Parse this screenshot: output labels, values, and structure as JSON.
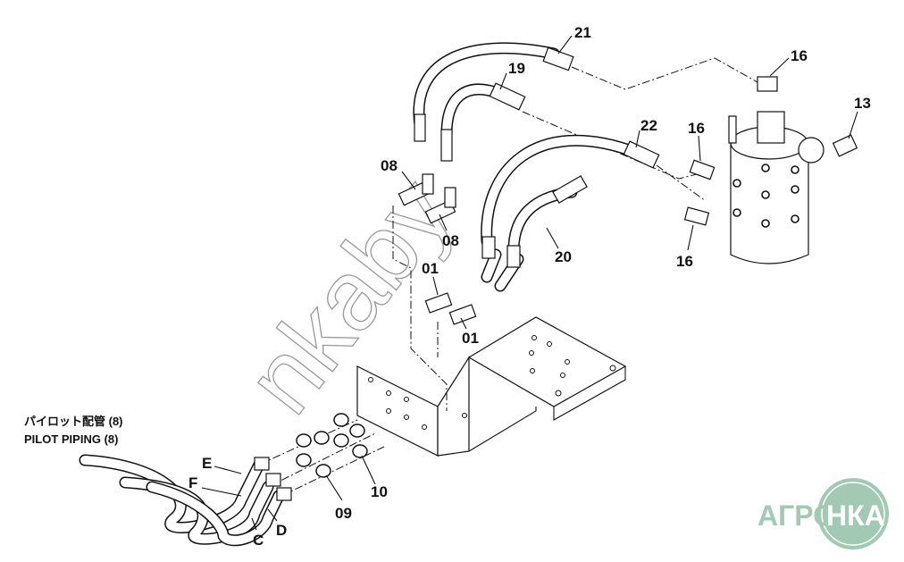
{
  "caption": {
    "jp": "パイロット配管 (8)",
    "en": "PILOT PIPING (8)"
  },
  "callouts": {
    "c21": "21",
    "c19": "19",
    "c16a": "16",
    "c13": "13",
    "c22": "22",
    "c16b": "16",
    "c08a": "08",
    "c08b": "08",
    "c16c": "16",
    "c20": "20",
    "c01a": "01",
    "c01b": "01",
    "cE": "E",
    "cF": "F",
    "cC": "C",
    "cD": "D",
    "c09": "09",
    "c10": "10"
  },
  "watermark": "nkaby",
  "logo": {
    "text_left": "АГРО",
    "text_right": "НКА",
    "color": "#a2c9b4"
  }
}
